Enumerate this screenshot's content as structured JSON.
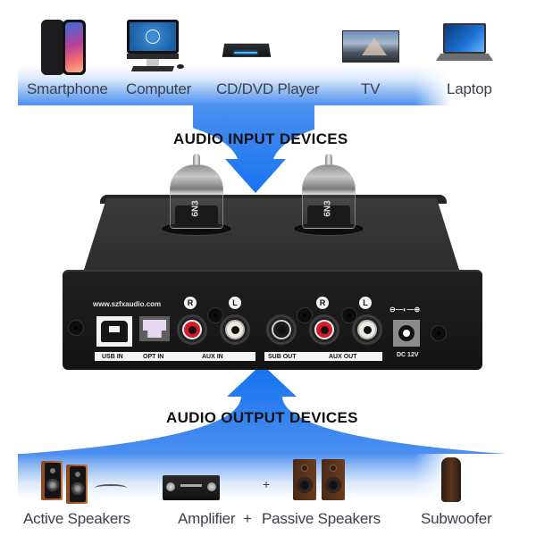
{
  "input_section": {
    "heading": "AUDIO INPUT DEVICES",
    "items": [
      {
        "label": "Smartphone",
        "icon": "smartphone-icon"
      },
      {
        "label": "Computer",
        "icon": "desktop-computer-icon"
      },
      {
        "label": "CD/DVD Player",
        "icon": "dvd-player-icon"
      },
      {
        "label": "TV",
        "icon": "tv-icon"
      },
      {
        "label": "Laptop",
        "icon": "laptop-icon"
      }
    ]
  },
  "output_section": {
    "heading": "AUDIO OUTPUT DEVICES",
    "items": [
      {
        "label": "Active Speakers",
        "icon": "active-speakers-icon"
      },
      {
        "label": "Amplifier",
        "icon": "amplifier-icon"
      },
      {
        "label": "+",
        "icon": "plus-icon"
      },
      {
        "label": "Passive Speakers",
        "icon": "passive-speakers-icon"
      },
      {
        "label": "Subwoofer",
        "icon": "subwoofer-icon"
      }
    ],
    "between_plus": "+"
  },
  "device": {
    "website": "www.szfxaudio.com",
    "tube_label": "6N3",
    "ports": {
      "usb_in": "USB IN",
      "opt_in": "OPT IN",
      "aux_in": "AUX IN",
      "sub_out": "SUB OUT",
      "aux_out": "AUX OUT",
      "dc": "DC 12V"
    },
    "channel_right": "R",
    "channel_left": "L",
    "polarity": "⊖—◐—⊕"
  },
  "colors": {
    "arrow_blue": "#1f7bf2",
    "band_blue": "#4b8ff0",
    "device_black": "#1a1a1a",
    "rca_red": "#d7192a",
    "label_text": "#3a3f4a"
  }
}
